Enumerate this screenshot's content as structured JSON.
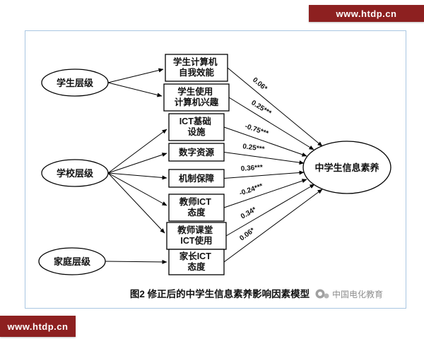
{
  "page": {
    "banner_top": "www.htdp.cn",
    "banner_bottom": "www.htdp.cn",
    "banner_color": "#8d2020"
  },
  "figure": {
    "caption": "图2  修正后的中学生信息素养影响因素模型",
    "watermark": "中国电化教育",
    "outcome": "中学生信息素养",
    "levels": [
      {
        "label": "学生层级"
      },
      {
        "label": "学校层级"
      },
      {
        "label": "家庭层级"
      }
    ],
    "factors": [
      {
        "line1": "学生计算机",
        "line2": "自我效能",
        "coef": "0.06*"
      },
      {
        "line1": "学生使用",
        "line2": "计算机兴趣",
        "coef": "0.25***"
      },
      {
        "line1": "ICT基础",
        "line2": "设施",
        "coef": "-0.75***"
      },
      {
        "line1": "数字资源",
        "line2": "",
        "coef": "0.25***"
      },
      {
        "line1": "机制保障",
        "line2": "",
        "coef": "0.36***"
      },
      {
        "line1": "教师ICT",
        "line2": "态度",
        "coef": "-0.24***"
      },
      {
        "line1": "教师课堂",
        "line2": "ICT使用",
        "coef": "0.34*"
      },
      {
        "line1": "家长ICT",
        "line2": "态度",
        "coef": "0.06*"
      }
    ]
  }
}
